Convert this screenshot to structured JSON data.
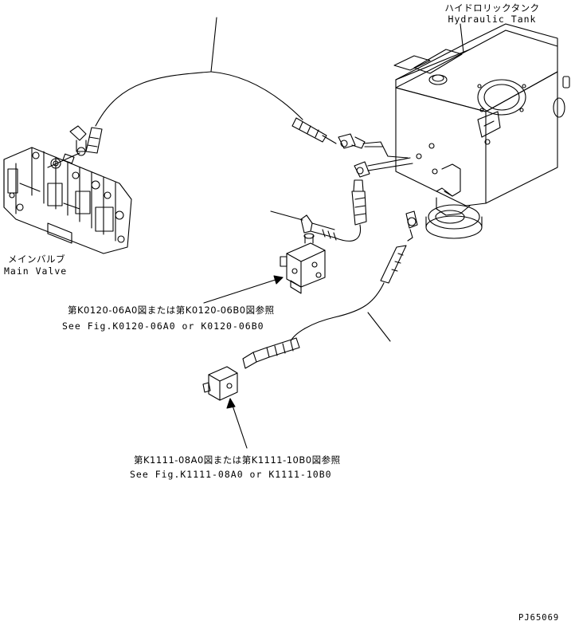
{
  "labels": {
    "tank_jp": "ハイドロリックタンク",
    "tank_en": "Hydraulic Tank",
    "valve_jp": "メインバルブ",
    "valve_en": "Main Valve",
    "ref1_jp": "第K0120-06A0図または第K0120-06B0図参照",
    "ref1_en": "See Fig.K0120-06A0 or K0120-06B0",
    "ref2_jp": "第K1111-08A0図または第K1111-10B0図参照",
    "ref2_en": "See Fig.K1111-08A0 or K1111-10B0",
    "drawing_no": "PJ65069"
  }
}
